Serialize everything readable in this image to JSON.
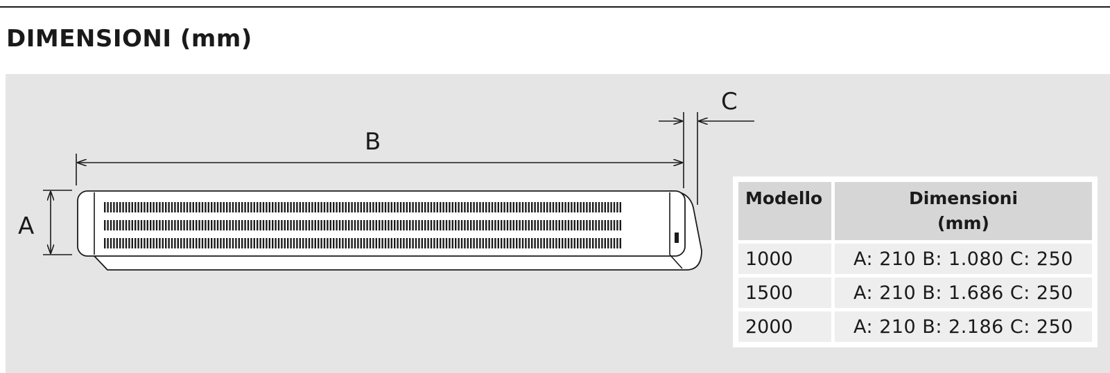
{
  "header": {
    "title": "DIMENSIONI (mm)"
  },
  "diagram": {
    "labels": {
      "a": "A",
      "b": "B",
      "c": "C"
    },
    "vent_rows": 3
  },
  "dimensions_table": {
    "headers": {
      "model": "Modello",
      "dimensions_line1": "Dimensioni",
      "dimensions_line2": "(mm)"
    },
    "rows": [
      {
        "model": "1000",
        "dims": "A: 210 B: 1.080 C: 250"
      },
      {
        "model": "1500",
        "dims": "A: 210 B: 1.686 C: 250"
      },
      {
        "model": "2000",
        "dims": "A: 210 B: 2.186 C: 250"
      }
    ]
  },
  "colors": {
    "panel_background": "#e5e5e5",
    "header_cell": "#d6d6d6",
    "body_cell": "#eeeeee",
    "line": "#1a1a1a"
  }
}
